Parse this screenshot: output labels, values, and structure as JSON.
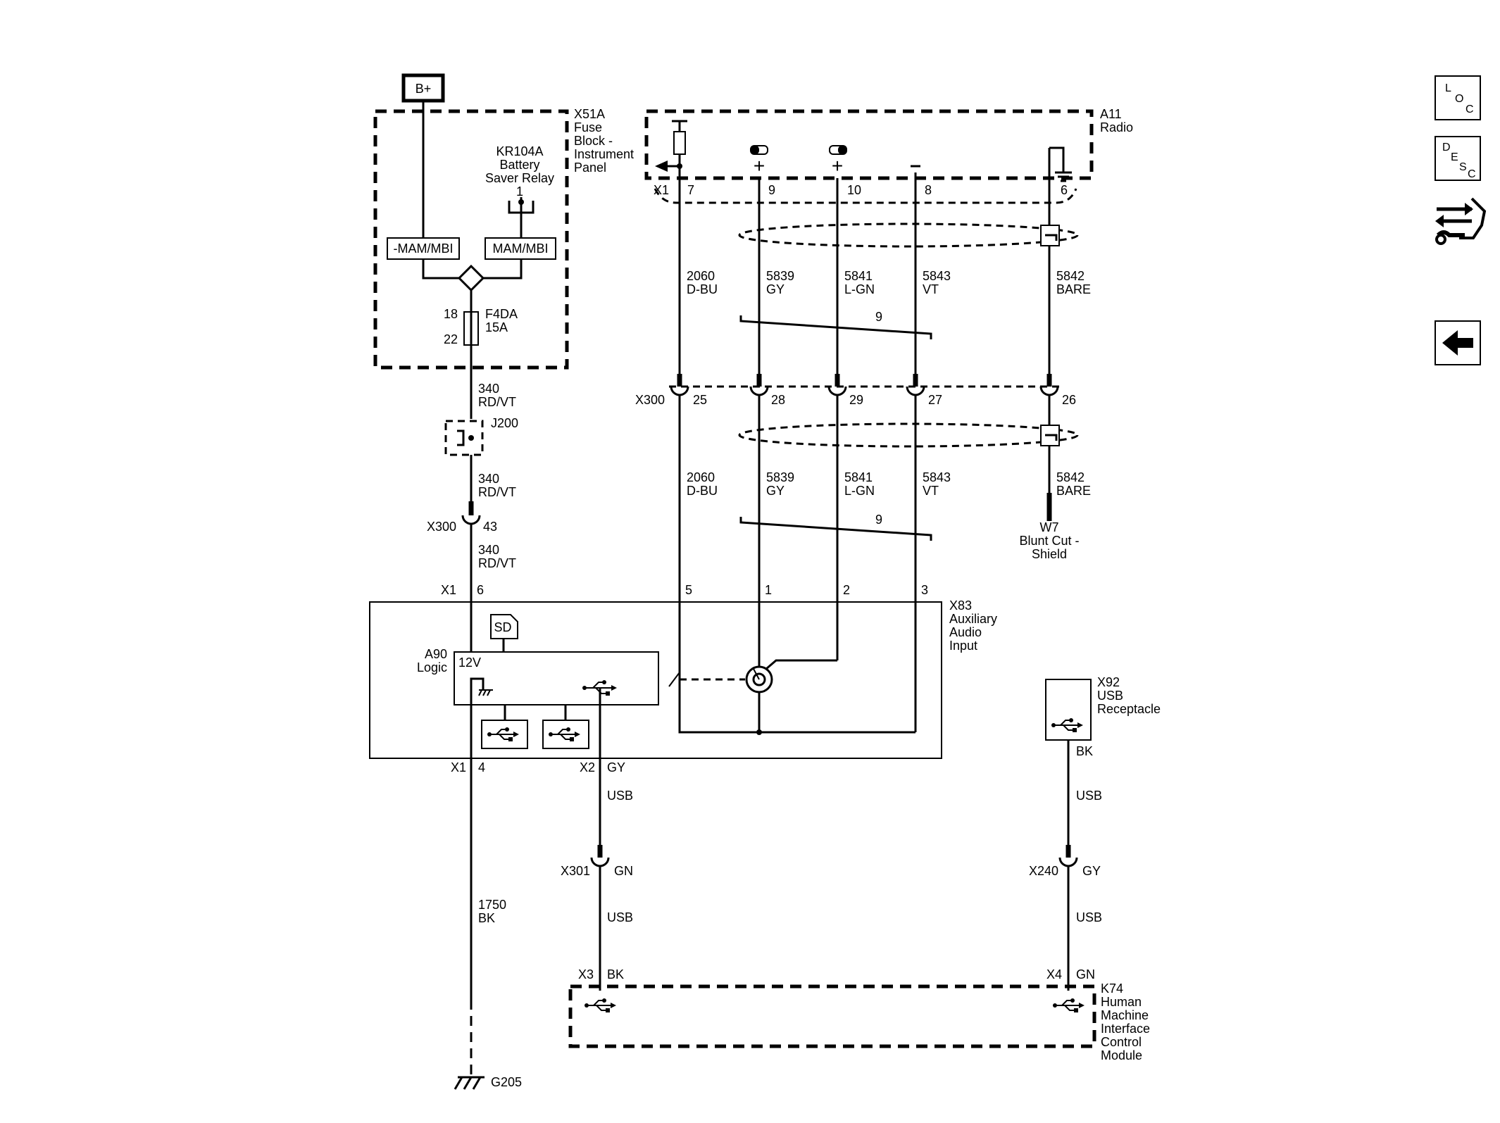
{
  "power": {
    "b_plus": "B+"
  },
  "fuse_block": {
    "id": "X51A",
    "name": [
      "Fuse",
      "Block -",
      "Instrument",
      "Panel"
    ],
    "relay_id": "KR104A",
    "relay_name": [
      "Battery",
      "Saver Relay"
    ],
    "relay_pin": "1",
    "left_label": "-MAM/MBI",
    "right_label": "MAM/MBI",
    "fuse_id": "F4DA",
    "fuse_rating": "15A",
    "fuse_pin_in": "18",
    "fuse_pin_out": "22"
  },
  "radio": {
    "id": "A11",
    "name": "Radio",
    "connector": "X1",
    "pins": [
      "7",
      "9",
      "10",
      "8",
      "6"
    ]
  },
  "wires_top": [
    {
      "circuit": "2060",
      "color": "D-BU"
    },
    {
      "circuit": "5839",
      "color": "GY"
    },
    {
      "circuit": "5841",
      "color": "L-GN"
    },
    {
      "circuit": "5843",
      "color": "VT"
    },
    {
      "circuit": "5842",
      "color": "BARE"
    }
  ],
  "twist_top": "9",
  "x300_right": {
    "id": "X300",
    "pins": [
      "25",
      "28",
      "29",
      "27",
      "26"
    ]
  },
  "wires_bottom": [
    {
      "circuit": "2060",
      "color": "D-BU"
    },
    {
      "circuit": "5839",
      "color": "GY"
    },
    {
      "circuit": "5841",
      "color": "L-GN"
    },
    {
      "circuit": "5843",
      "color": "VT"
    },
    {
      "circuit": "5842",
      "color": "BARE"
    }
  ],
  "twist_bottom": "9",
  "shield": {
    "id": "W7",
    "name": [
      "Blunt Cut -",
      "Shield"
    ]
  },
  "feed": {
    "wire1_circuit": "340",
    "wire1_color": "RD/VT",
    "splice": "J200",
    "wire2_circuit": "340",
    "wire2_color": "RD/VT",
    "x300_id": "X300",
    "x300_pin": "43",
    "wire3_circuit": "340",
    "wire3_color": "RD/VT"
  },
  "aux": {
    "id": "X83",
    "name": [
      "Auxiliary",
      "Audio",
      "Input"
    ],
    "connector": "X1",
    "pin_power": "6",
    "pins": [
      "5",
      "1",
      "2",
      "3"
    ],
    "sd": "SD",
    "logic_id": "A90",
    "logic_name": "Logic",
    "voltage": "12V",
    "ground_connector": "X1",
    "ground_pin": "4",
    "usb_connector": "X2",
    "usb_color": "GY",
    "usb_label": "USB"
  },
  "ground": {
    "circuit": "1750",
    "color": "BK",
    "id": "G205"
  },
  "x301": {
    "id": "X301",
    "color": "GN",
    "usb_label": "USB"
  },
  "usb_receptacle": {
    "id": "X92",
    "name": [
      "USB",
      "Receptacle"
    ],
    "color": "BK",
    "usb_label": "USB"
  },
  "x240": {
    "id": "X240",
    "color": "GY",
    "usb_label": "USB"
  },
  "hmi": {
    "id": "K74",
    "name": [
      "Human",
      "Machine",
      "Interface",
      "Control",
      "Module"
    ],
    "left_connector": "X3",
    "left_color": "BK",
    "right_connector": "X4",
    "right_color": "GN"
  },
  "nav_buttons": {
    "loc": [
      "L",
      "O",
      "C"
    ],
    "desc": [
      "D",
      "E",
      "S",
      "C"
    ]
  }
}
